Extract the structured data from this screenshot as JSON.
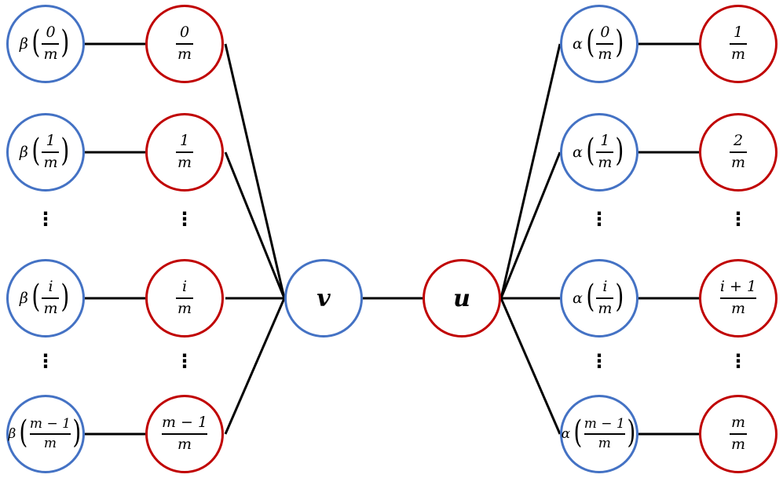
{
  "left_outer": [
    {
      "fn": "β",
      "num": "0",
      "den": "m"
    },
    {
      "fn": "β",
      "num": "1",
      "den": "m"
    },
    {
      "fn": "β",
      "num": "i",
      "den": "m"
    },
    {
      "fn": "β",
      "num": "m − 1",
      "den": "m"
    }
  ],
  "left_inner": [
    {
      "num": "0",
      "den": "m"
    },
    {
      "num": "1",
      "den": "m"
    },
    {
      "num": "i",
      "den": "m"
    },
    {
      "num": "m − 1",
      "den": "m"
    }
  ],
  "hub_v": "v",
  "hub_u": "u",
  "right_inner": [
    {
      "fn": "α",
      "num": "0",
      "den": "m"
    },
    {
      "fn": "α",
      "num": "1",
      "den": "m"
    },
    {
      "fn": "α",
      "num": "i",
      "den": "m"
    },
    {
      "fn": "α",
      "num": "m − 1",
      "den": "m"
    }
  ],
  "right_outer": [
    {
      "num": "1",
      "den": "m"
    },
    {
      "num": "2",
      "den": "m"
    },
    {
      "num": "i + 1",
      "den": "m"
    },
    {
      "num": "m",
      "den": "m"
    }
  ],
  "ellipsis": "⋮",
  "colors": {
    "blue": "#4472c4",
    "red": "#c00000",
    "edge": "#000000"
  }
}
